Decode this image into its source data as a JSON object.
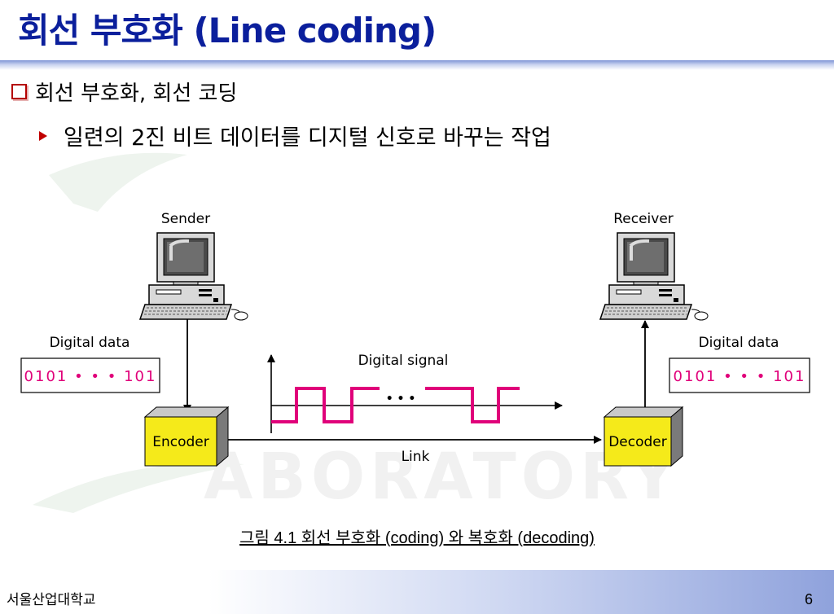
{
  "slide": {
    "title": "회선 부호화 (Line coding)",
    "bullets": [
      "회선 부호화, 회선 코딩",
      "일련의 2진 비트 데이터를 디지털 신호로 바꾸는 작업"
    ],
    "caption": "그림 4.1  회선 부호화 (coding) 와 복호화 (decoding)",
    "footer_org": "서울산업대학교",
    "page_number": "6",
    "watermark_text": "ABORATORY"
  },
  "diagram": {
    "sender_label": "Sender",
    "receiver_label": "Receiver",
    "digital_data_left_label": "Digital data",
    "digital_data_right_label": "Digital data",
    "data_bits_left": "0101 • • • 101",
    "data_bits_right": "0101 • • • 101",
    "encoder_label": "Encoder",
    "decoder_label": "Decoder",
    "signal_label": "Digital signal",
    "signal_ellipsis": "• • •",
    "link_label": "Link"
  },
  "colors": {
    "title": "#0b1f9c",
    "signal": "#e0007a",
    "box_yellow": "#f5ea1a",
    "bullet": "#c00000"
  }
}
